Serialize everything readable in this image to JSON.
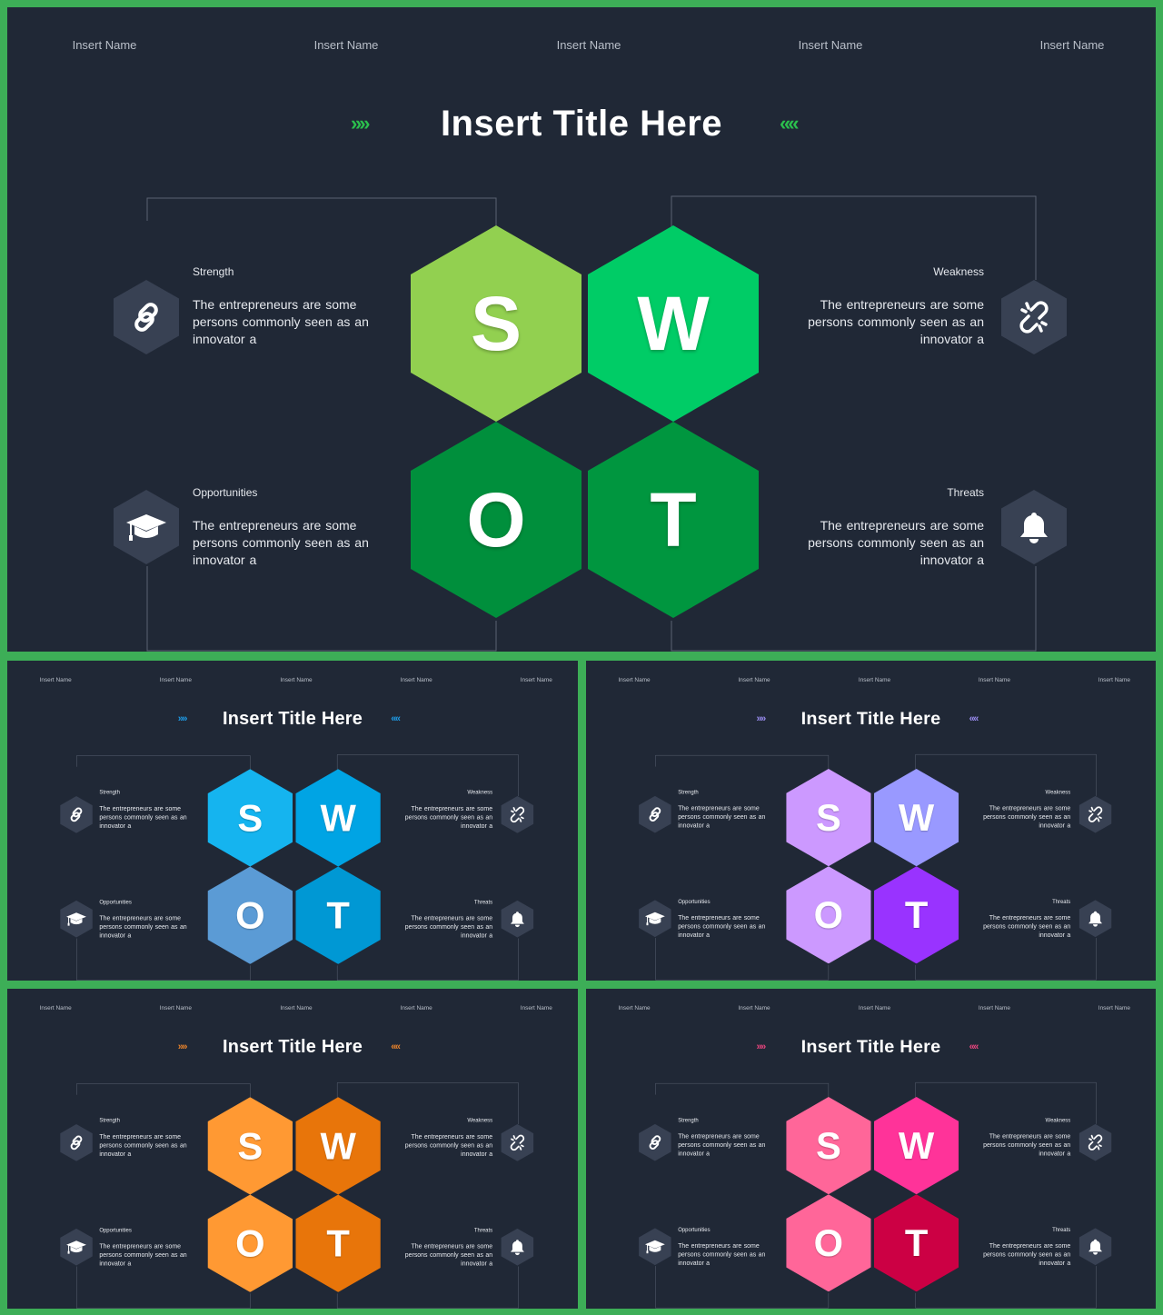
{
  "header_names": [
    "Insert Name",
    "Insert Name",
    "Insert Name",
    "Insert Name",
    "Insert Name"
  ],
  "title": "Insert Title Here",
  "chevron_left": "»»",
  "chevron_right": "««",
  "letters": {
    "s": "S",
    "w": "W",
    "o": "O",
    "t": "T"
  },
  "quadrants": {
    "strength": {
      "label": "Strength",
      "text": "The entrepreneurs are some persons commonly seen as an innovator a",
      "icon": "link-icon"
    },
    "weakness": {
      "label": "Weakness",
      "text": "The entrepreneurs are some persons commonly seen as an innovator a",
      "icon": "broken-link-icon"
    },
    "opportunities": {
      "label": "Opportunities",
      "text": "The entrepreneurs are some persons commonly seen as an innovator a",
      "icon": "graduation-cap-icon"
    },
    "threats": {
      "label": "Threats",
      "text": "The entrepreneurs are some persons commonly seen as an innovator a",
      "icon": "bell-icon"
    }
  },
  "themes": [
    {
      "name": "green",
      "accent": "#2bbf4d",
      "s": "#92d050",
      "w": "#00cc66",
      "o": "#008f3c",
      "t": "#00963f"
    },
    {
      "name": "blue",
      "accent": "#1e9be6",
      "s": "#15b4ef",
      "w": "#00a4e4",
      "o": "#5b9bd5",
      "t": "#0098d4"
    },
    {
      "name": "purple",
      "accent": "#9a8cf0",
      "s": "#cc99ff",
      "w": "#9999ff",
      "o": "#cc99ff",
      "t": "#9933ff"
    },
    {
      "name": "orange",
      "accent": "#e8822b",
      "s": "#ff9933",
      "w": "#e8750a",
      "o": "#ff9933",
      "t": "#e8750a"
    },
    {
      "name": "pink",
      "accent": "#e8457e",
      "s": "#ff6699",
      "w": "#ff3399",
      "o": "#ff6699",
      "t": "#cc0044"
    }
  ]
}
